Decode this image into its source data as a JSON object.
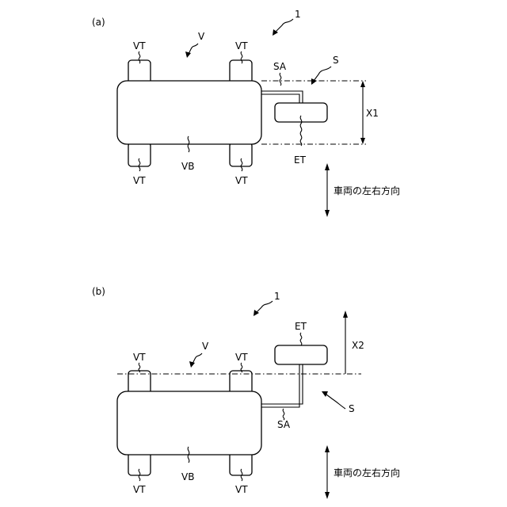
{
  "panel_a": {
    "label": "(a)",
    "ref_numeral": "1",
    "vehicle": "V",
    "body": "VB",
    "tire_fl": "VT",
    "tire_fr": "VT",
    "tire_rl": "VT",
    "tire_rr": "VT",
    "arm": "SA",
    "system": "S",
    "tool": "ET",
    "distance": "X1",
    "direction_text": "車両の左右方向"
  },
  "panel_b": {
    "label": "(b)",
    "ref_numeral": "1",
    "vehicle": "V",
    "body": "VB",
    "tire_fl": "VT",
    "tire_fr": "VT",
    "tire_rl": "VT",
    "tire_rr": "VT",
    "arm": "SA",
    "system": "S",
    "tool": "ET",
    "distance": "X2",
    "direction_text": "車両の左右方向"
  }
}
